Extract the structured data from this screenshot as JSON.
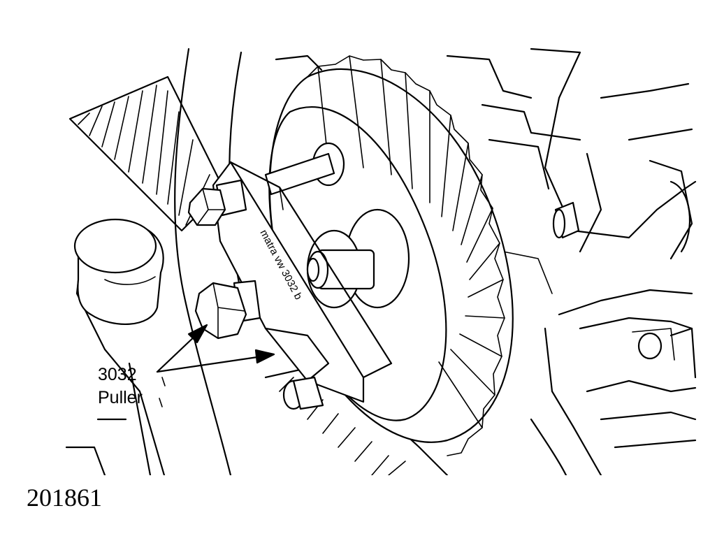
{
  "callout": {
    "tool_number": "3032",
    "tool_name": "Puller"
  },
  "figure_number": "201861",
  "tool_marking": "matra vw 3032 b",
  "colors": {
    "ink": "#000000",
    "paper": "#ffffff"
  }
}
